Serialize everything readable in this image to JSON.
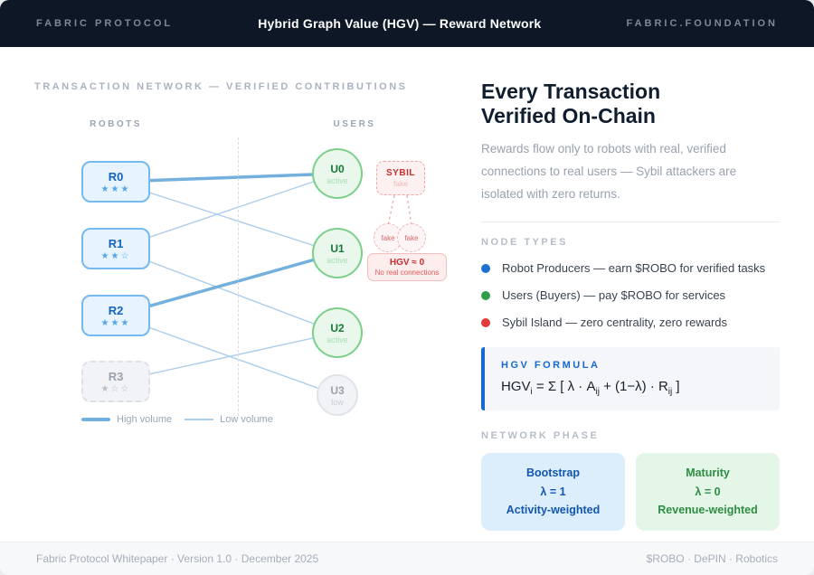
{
  "colors": {
    "header_bg": "#0e1726",
    "accent_blue": "#1669cf",
    "robot_blue": "#1565c0",
    "user_green": "#157a36",
    "sybil_red": "#c62f2f",
    "edge_high": "#74b0de",
    "edge_low": "#abcdea",
    "dot_robot": "#1d6fd2",
    "dot_user": "#2f9e47",
    "dot_sybil": "#e03a3a",
    "phase_bootstrap_bg": "#dceefb",
    "phase_maturity_bg": "#e3f6e8"
  },
  "header": {
    "brand": "FABRIC PROTOCOL",
    "title": "Hybrid Graph Value (HGV) — Reward Network",
    "foundation": "FABRIC.FOUNDATION"
  },
  "network": {
    "section_title": "TRANSACTION NETWORK — VERIFIED CONTRIBUTIONS",
    "col_robots": "ROBOTS",
    "col_users": "USERS",
    "robots": [
      {
        "id": "R0",
        "stars": "★★★"
      },
      {
        "id": "R1",
        "stars": "★★☆"
      },
      {
        "id": "R2",
        "stars": "★★★"
      },
      {
        "id": "R3",
        "stars": "★☆☆"
      }
    ],
    "users": [
      {
        "id": "U0",
        "status": "active"
      },
      {
        "id": "U1",
        "status": "active"
      },
      {
        "id": "U2",
        "status": "active"
      },
      {
        "id": "U3",
        "status": "low"
      }
    ],
    "edges": [
      {
        "from": "R0",
        "to": "U1",
        "volume": "low"
      },
      {
        "from": "R1",
        "to": "U0",
        "volume": "low"
      },
      {
        "from": "R1",
        "to": "U2",
        "volume": "low"
      },
      {
        "from": "R2",
        "to": "U3",
        "volume": "low"
      },
      {
        "from": "R3",
        "to": "U2",
        "volume": "low"
      },
      {
        "from": "R0",
        "to": "U0",
        "volume": "high"
      },
      {
        "from": "R2",
        "to": "U1",
        "volume": "high"
      }
    ],
    "sybil": {
      "label": "SYBIL",
      "sub": "fake",
      "fake1": "fake",
      "fake2": "fake",
      "hgv_title": "HGV ≈ 0",
      "hgv_sub": "No real connections"
    },
    "legend": {
      "high": "High volume",
      "low": "Low volume"
    }
  },
  "panel": {
    "heading": "Every Transaction\nVerified On-Chain",
    "description": "Rewards flow only to robots with real, verified connections to real users — Sybil attackers are isolated with zero returns.",
    "node_types_label": "NODE TYPES",
    "node_types": [
      {
        "label": "Robot Producers — earn $ROBO for verified tasks"
      },
      {
        "label": "Users (Buyers) — pay $ROBO for services"
      },
      {
        "label": "Sybil Island — zero centrality, zero rewards"
      }
    ],
    "formula": {
      "label": "HGV FORMULA",
      "f1": "HGV",
      "s1": "i",
      "f2": " = Σ [ λ · A",
      "s2": "ij",
      "f3": " + (1−λ) · R",
      "s3": "ij",
      "f4": " ]"
    },
    "phase_label": "NETWORK PHASE",
    "phases": [
      {
        "name": "Bootstrap",
        "lambda": "λ = 1",
        "weighting": "Activity-weighted"
      },
      {
        "name": "Maturity",
        "lambda": "λ = 0",
        "weighting": "Revenue-weighted"
      }
    ]
  },
  "footer": {
    "left": "Fabric Protocol Whitepaper · Version 1.0 · December 2025",
    "right": "$ROBO · DePIN · Robotics"
  }
}
